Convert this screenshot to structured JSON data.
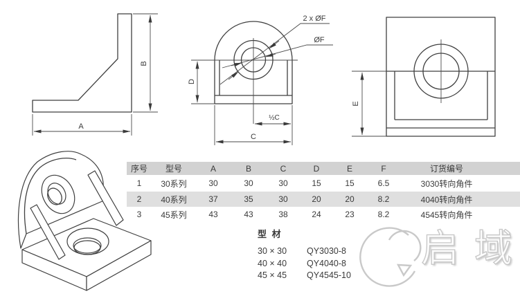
{
  "views": {
    "side": {
      "dim_a": "A",
      "dim_b": "B"
    },
    "front": {
      "leader_two_holes": "2 x ØF",
      "leader_hole": "ØF",
      "dim_d": "D",
      "dim_half_c": "½C",
      "dim_c": "C"
    },
    "top": {
      "dim_e": "E"
    }
  },
  "table": {
    "headers": [
      "序号",
      "型号",
      "A",
      "B",
      "C",
      "D",
      "E",
      "F",
      "订货编号"
    ],
    "rows": [
      [
        "1",
        "30系列",
        "30",
        "30",
        "30",
        "15",
        "15",
        "6.5",
        "3030转向角件"
      ],
      [
        "2",
        "40系列",
        "37",
        "35",
        "30",
        "20",
        "20",
        "8.2",
        "4040转向角件"
      ],
      [
        "3",
        "45系列",
        "43",
        "43",
        "38",
        "24",
        "23",
        "8.2",
        "4545转向角件"
      ]
    ]
  },
  "profiles": {
    "title": "型 材",
    "rows": [
      {
        "size": "30 × 30",
        "code": "QY3030-8"
      },
      {
        "size": "40 × 40",
        "code": "QY4040-8"
      },
      {
        "size": "45 × 45",
        "code": "QY4545-10"
      }
    ]
  },
  "watermark": {
    "brand": "启域"
  },
  "colors": {
    "line": "#3f3f3f",
    "table_header_bg": "#d2d2d2",
    "table_alt_row_bg": "#dfdfdf",
    "watermark_stroke": "#c6c6c6"
  }
}
